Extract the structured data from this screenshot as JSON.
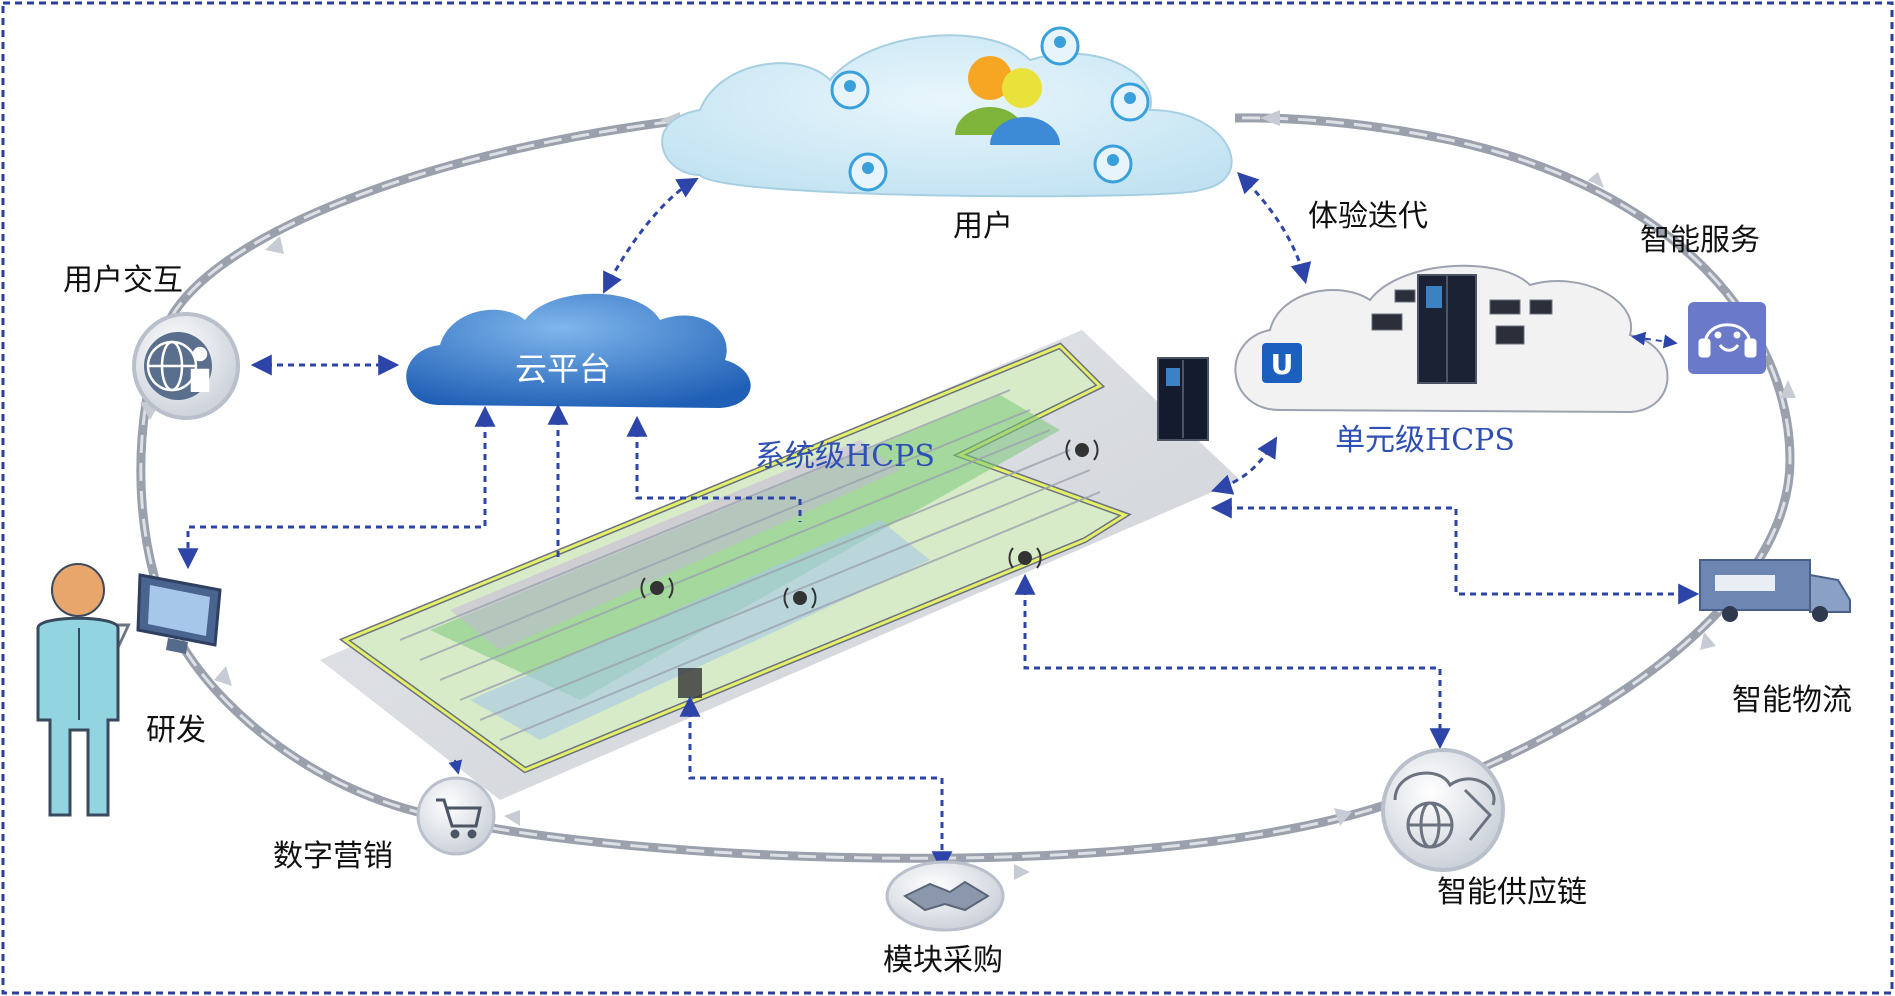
{
  "labels": {
    "user": "用户",
    "experience_iteration": "体验迭代",
    "smart_service": "智能服务",
    "user_interaction": "用户交互",
    "cloud_platform": "云平台",
    "system_hcps": "系统级HCPS",
    "unit_hcps": "单元级HCPS",
    "rnd": "研发",
    "digital_marketing": "数字营销",
    "module_procurement": "模块采购",
    "smart_supply_chain": "智能供应链",
    "smart_logistics": "智能物流"
  },
  "icons": {
    "user_cloud": "users-group-icon",
    "user_interaction": "globe-person-icon",
    "rnd": "monitor-icon",
    "person": "person-figure-icon",
    "digital_marketing": "shopping-cart-icon",
    "module_procurement": "handshake-icon",
    "smart_supply_chain": "globe-cloud-icon",
    "smart_logistics": "truck-icon",
    "smart_service": "headset-icon",
    "unit_brand": "u-logo-icon",
    "unit_product": "refrigerator-icon"
  },
  "colors": {
    "border": "#2a3f9e",
    "dashed_arrow": "#2d44a8",
    "ring": "#9aa1ad",
    "user_cloud": "#cfe9f5",
    "platform_cloud": "#2f74c8",
    "unit_cloud": "#f2f2f2",
    "label_blue": "#2e4fb3"
  }
}
